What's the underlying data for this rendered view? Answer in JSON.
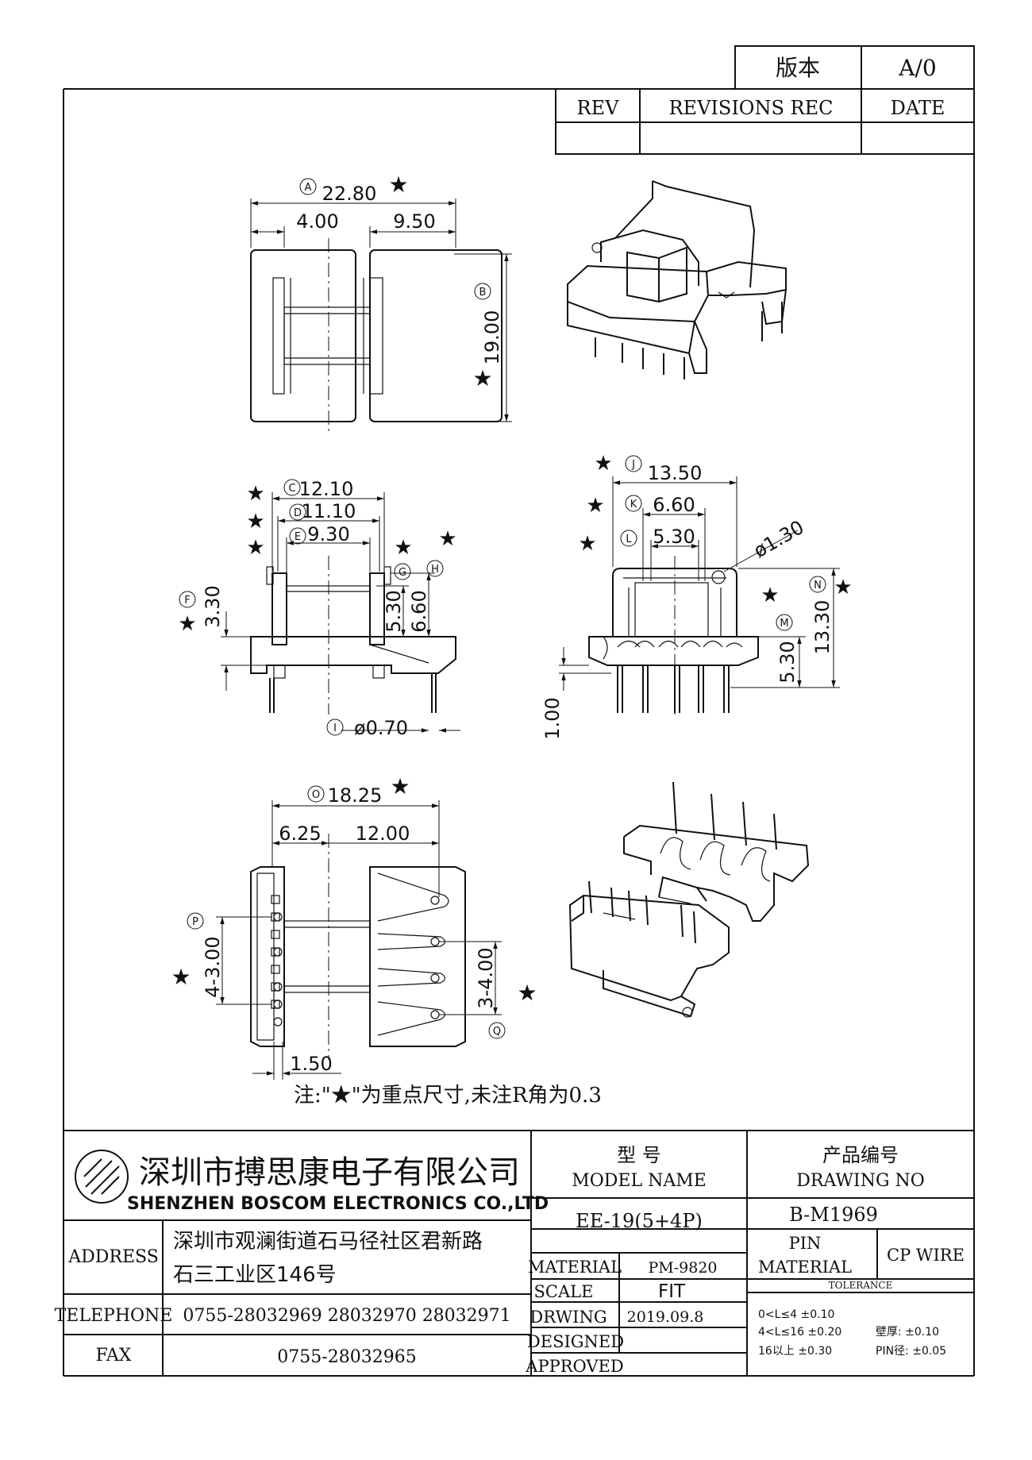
{
  "revision_header": {
    "version_label": "版本",
    "version_value": "A/0",
    "rev_label": "REV",
    "revisions_label": "REVISIONS REC",
    "date_label": "DATE"
  },
  "views": {
    "top": {
      "A": "22.80",
      "left_dim": "4.00",
      "right_dim": "9.50",
      "B": "19.00"
    },
    "front": {
      "C": "12.10",
      "D": "11.10",
      "E": "9.30",
      "F": "3.30",
      "G": "5.30",
      "H": "6.60",
      "I": "ø0.70"
    },
    "side": {
      "J": "13.50",
      "K": "6.60",
      "L": "5.30",
      "hole": "ø1.30",
      "N": "13.30",
      "M": "5.30",
      "pin_height": "1.00"
    },
    "bottom": {
      "O": "18.25",
      "left_dim": "6.25",
      "right_dim": "12.00",
      "P": "4-3.00",
      "Q": "3-4.00",
      "base_dim": "1.50"
    }
  },
  "markers": {
    "A": "A",
    "B": "B",
    "C": "C",
    "D": "D",
    "E": "E",
    "F": "F",
    "G": "G",
    "H": "H",
    "I": "I",
    "J": "J",
    "K": "K",
    "L": "L",
    "M": "M",
    "N": "N",
    "O": "O",
    "P": "P",
    "Q": "Q"
  },
  "note": "注:\"★\"为重点尺寸,未注R角为0.3",
  "title_block": {
    "company_cn": "深圳市搏思康电子有限公司",
    "company_en": "SHENZHEN BOSCOM ELECTRONICS CO.,LTD",
    "address_label": "ADDRESS",
    "address_line1": "深圳市观澜街道石马径社区君新路",
    "address_line2": "石三工业区146号",
    "telephone_label": "TELEPHONE",
    "telephone": "0755-28032969 28032970 28032971",
    "fax_label": "FAX",
    "fax": "0755-28032965",
    "model_label_cn": "型 号",
    "model_label_en": "MODEL NAME",
    "model_value": "EE-19(5+4P)",
    "drawing_label_cn": "产品编号",
    "drawing_label_en": "DRAWING NO",
    "drawing_value": "B-M1969",
    "material_label": "MATERIAL",
    "material_value": "PM-9820",
    "pin_material_label1": "PIN",
    "pin_material_label2": "MATERIAL",
    "pin_material_value": "CP WIRE",
    "scale_label": "SCALE",
    "scale_value": "FIT",
    "drwing_label": "DRWING",
    "drwing_value": "2019.09.8",
    "designed_label": "DESIGNED",
    "approved_label": "APPROVED",
    "tolerance_label": "TOLERANCE",
    "tol1": "0<L≤4  ±0.10",
    "tol2": "4<L≤16  ±0.20",
    "tol3": "16以上      ±0.30",
    "wall_label": "壁厚:   ±0.10",
    "pin_label": "PIN径:  ±0.05"
  }
}
